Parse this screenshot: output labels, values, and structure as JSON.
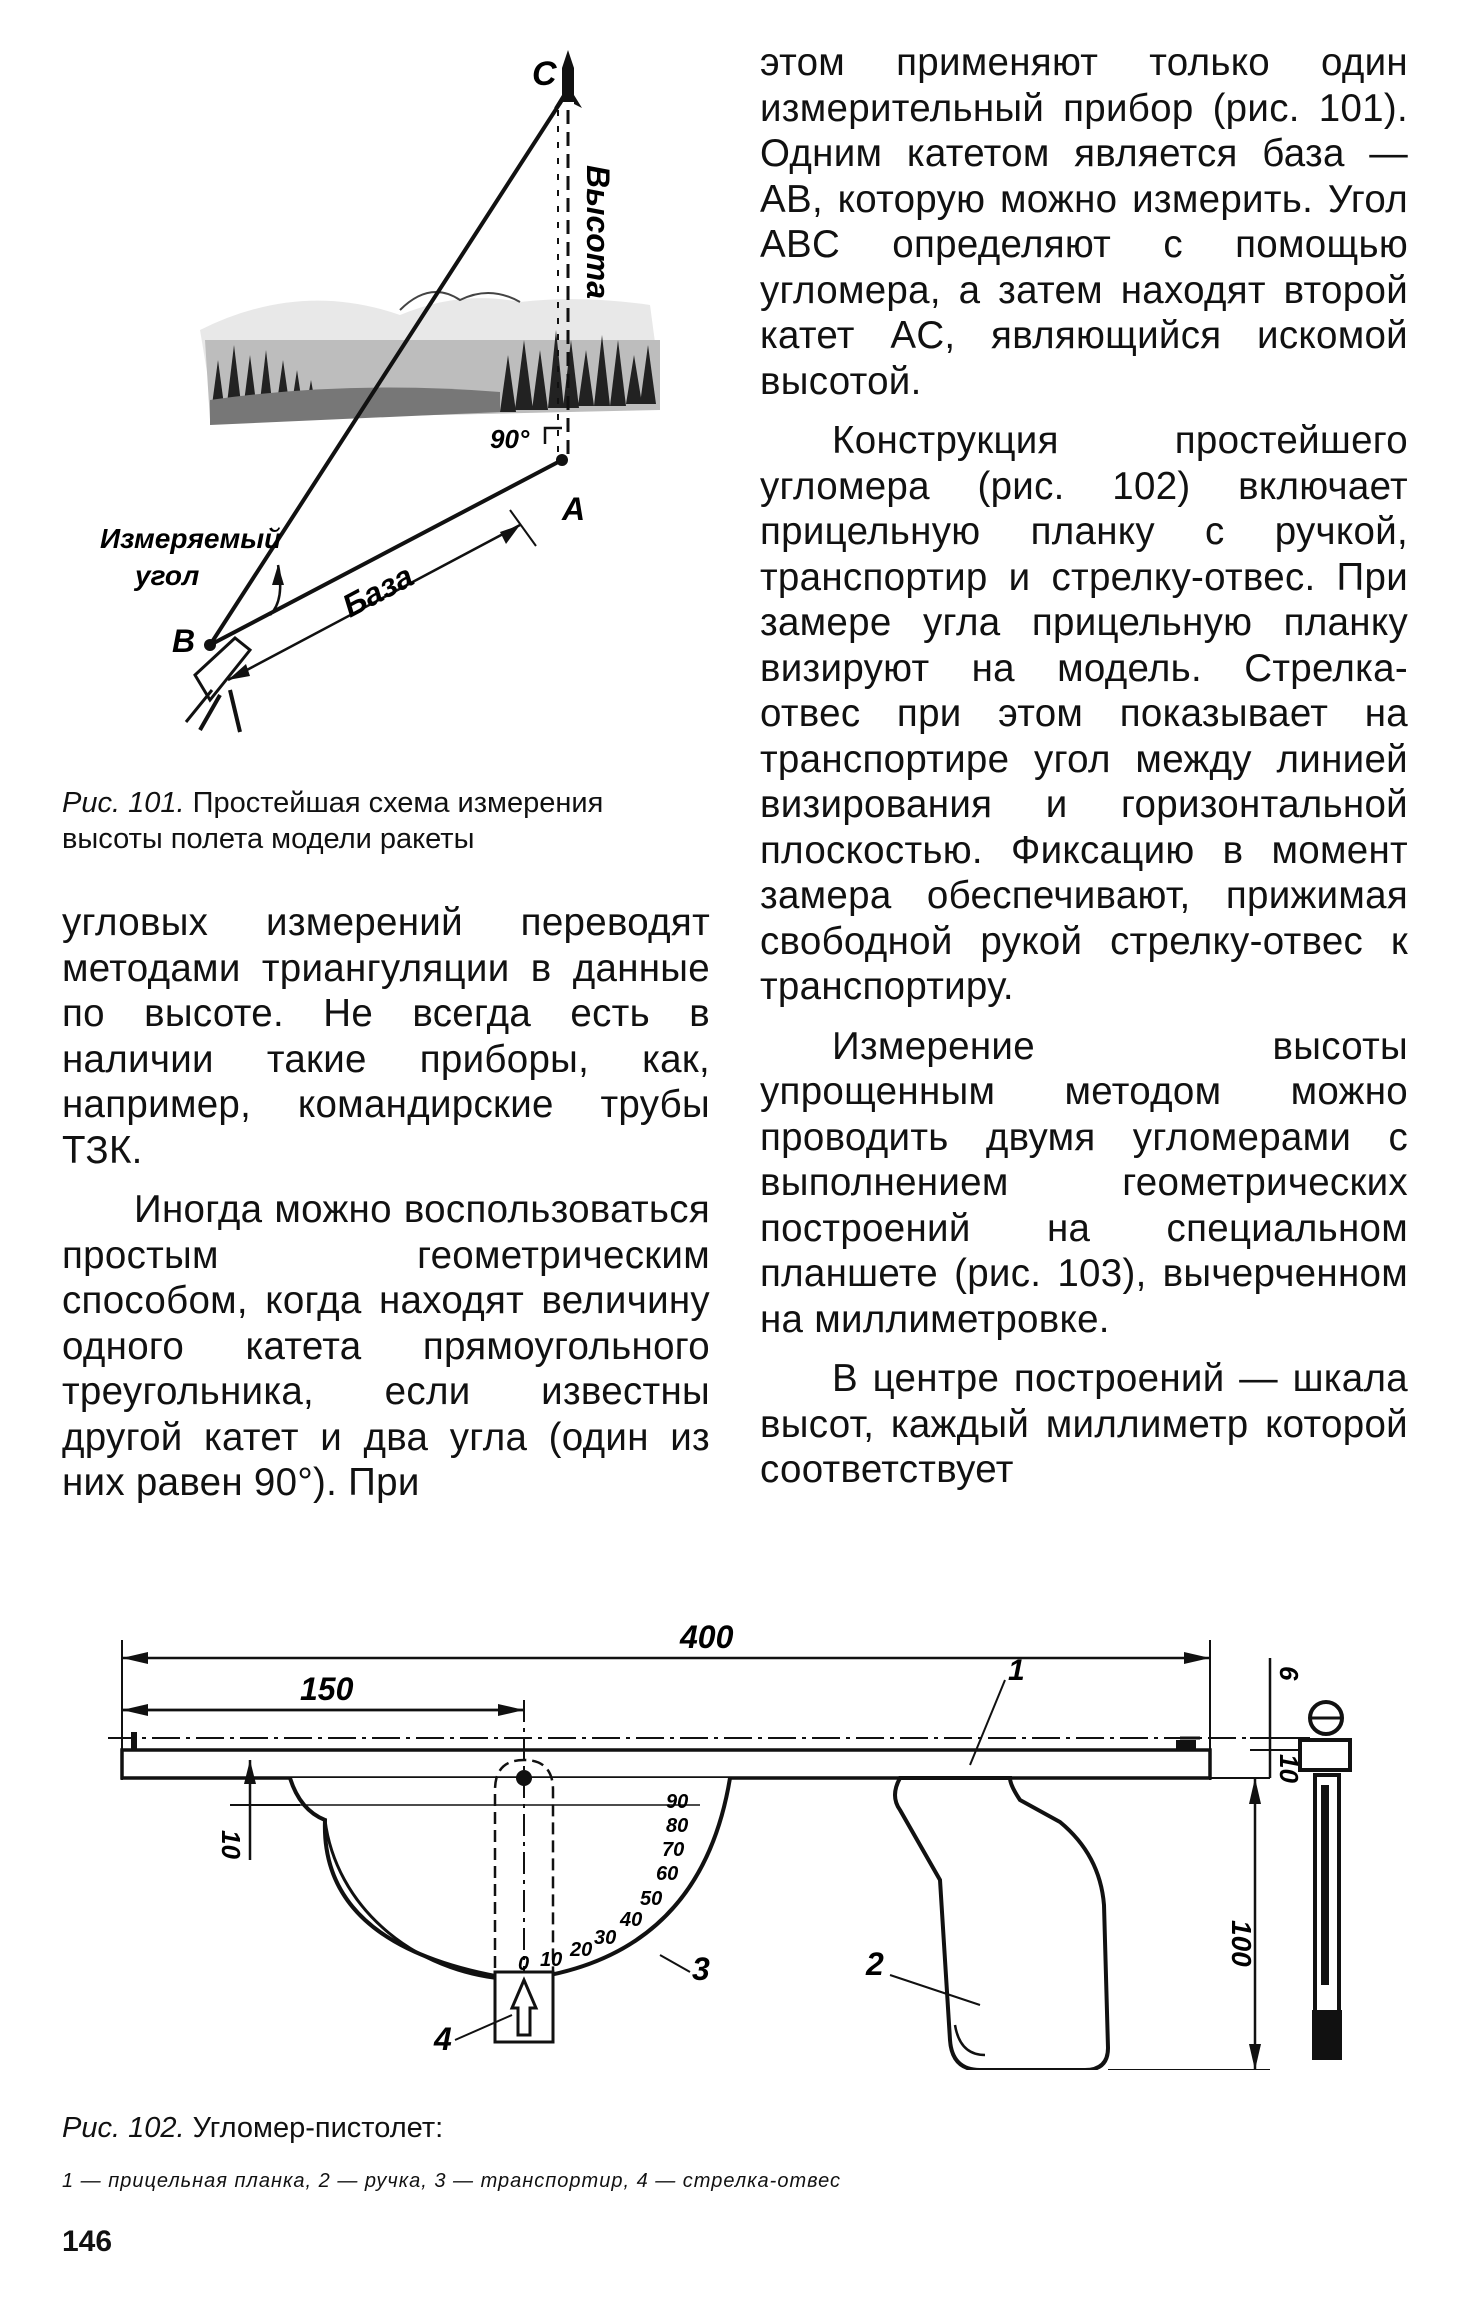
{
  "figure101": {
    "labels": {
      "point_c": "C",
      "point_a": "A",
      "point_b": "B",
      "height": "Высота",
      "angle_90": "90°",
      "base": "База",
      "measured_angle_line1": "Измеряемый",
      "measured_angle_line2": "угол"
    },
    "caption_prefix": "Рис. 101.",
    "caption_text": "Простейшая схема измерения высоты полета модели ракеты"
  },
  "left_column": {
    "paragraphs": [
      "угловых измерений переводят методами триангуляции в данные по высоте. Не всегда есть в наличии такие приборы, как, например, командирские трубы ТЗК.",
      "Иногда можно воспользоваться простым геометрическим способом, когда находят величину одного катета прямоугольного треугольника, если известны другой катет и два угла (один из них равен 90°). При"
    ]
  },
  "right_column": {
    "paragraphs": [
      "этом применяют только один измерительный прибор (рис. 101). Одним катетом является база — AB, которую можно измерить. Угол ABC определяют с помощью угломера, а затем находят второй катет AC, являющийся искомой высотой.",
      "Конструкция простейшего угломера (рис. 102) включает прицельную планку с ручкой, транспортир и стрелку-отвес. При замере угла прицельную планку визируют на модель. Стрелка-отвес при этом показывает на транспортире угол между линией визирования и горизонтальной плоскостью. Фиксацию в момент замера обеспечивают, прижимая свободной рукой стрелку-отвес к транспортиру.",
      "Измерение высоты упрощенным методом можно проводить двумя угломерами с выполнением геометрических построений на специальном планшете (рис. 103), вычерченном на миллиметровке.",
      "В центре построений — шкала высот, каждый миллиметр которой соответствует"
    ]
  },
  "figure102": {
    "dimensions": {
      "total_length": "400",
      "offset": "150",
      "right_top": "6",
      "right_bar": "10",
      "left_small": "10",
      "handle_height": "100"
    },
    "scale_marks": [
      "0",
      "10",
      "20",
      "30",
      "40",
      "50",
      "60",
      "70",
      "80",
      "90"
    ],
    "part_labels": {
      "p1": "1",
      "p2": "2",
      "p3": "3",
      "p4": "4"
    },
    "caption_prefix": "Рис. 102.",
    "caption_text": "Угломер-пистолет:",
    "legend": "1 — прицельная планка, 2 — ручка, 3 — транспортир, 4 — стрелка-отвес"
  },
  "page_number": "146"
}
